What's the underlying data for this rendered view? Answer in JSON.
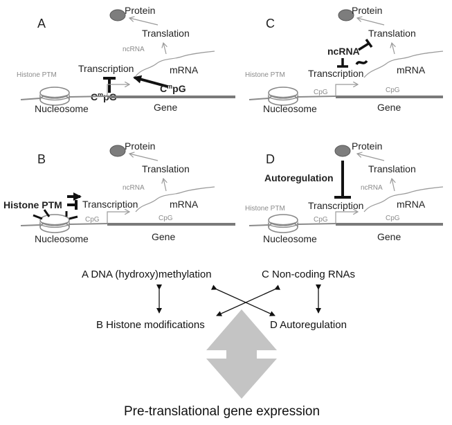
{
  "panels": {
    "A": {
      "letter": "A",
      "protein": "Protein",
      "translation": "Translation",
      "ncrna": "ncRNA",
      "mrna": "mRNA",
      "transcription": "Transcription",
      "histone_ptm": "Histone PTM",
      "nucleosome": "Nucleosome",
      "gene": "Gene",
      "cmpg_left_base": "C",
      "cmpg_left_sup": "m",
      "cmpg_left_end": "pG",
      "cmpg_right_base": "C",
      "cmpg_right_sup": "m",
      "cmpg_right_end": "pG"
    },
    "B": {
      "letter": "B",
      "protein": "Protein",
      "translation": "Translation",
      "ncrna": "ncRNA",
      "mrna": "mRNA",
      "transcription": "Transcription",
      "histone_ptm": "Histone PTM",
      "nucleosome": "Nucleosome",
      "gene": "Gene",
      "cpg_left": "CpG",
      "cpg_right": "CpG"
    },
    "C": {
      "letter": "C",
      "protein": "Protein",
      "translation": "Translation",
      "ncrna": "ncRNA",
      "mrna": "mRNA",
      "transcription": "Transcription",
      "histone_ptm": "Histone PTM",
      "nucleosome": "Nucleosome",
      "gene": "Gene",
      "cpg_left": "CpG",
      "cpg_right": "CpG"
    },
    "D": {
      "letter": "D",
      "protein": "Protein",
      "translation": "Translation",
      "ncrna": "ncRNA",
      "mrna": "mRNA",
      "transcription": "Transcription",
      "histone_ptm": "Histone PTM",
      "nucleosome": "Nucleosome",
      "gene": "Gene",
      "cpg_left": "CpG",
      "cpg_right": "CpG",
      "autoregulation": "Autoregulation"
    }
  },
  "summary": {
    "a": "A  DNA (hydroxy)methylation",
    "b": "B  Histone modifications",
    "c": "C  Non-coding RNAs",
    "d": "D  Autoregulation"
  },
  "footer": "Pre-translational gene expression",
  "colors": {
    "gray_line": "#9a9a9a",
    "gene_line": "#7a7a7a",
    "protein_fill": "#7d7d7d",
    "big_arrow": "#c4c4c4",
    "black": "#111111"
  }
}
